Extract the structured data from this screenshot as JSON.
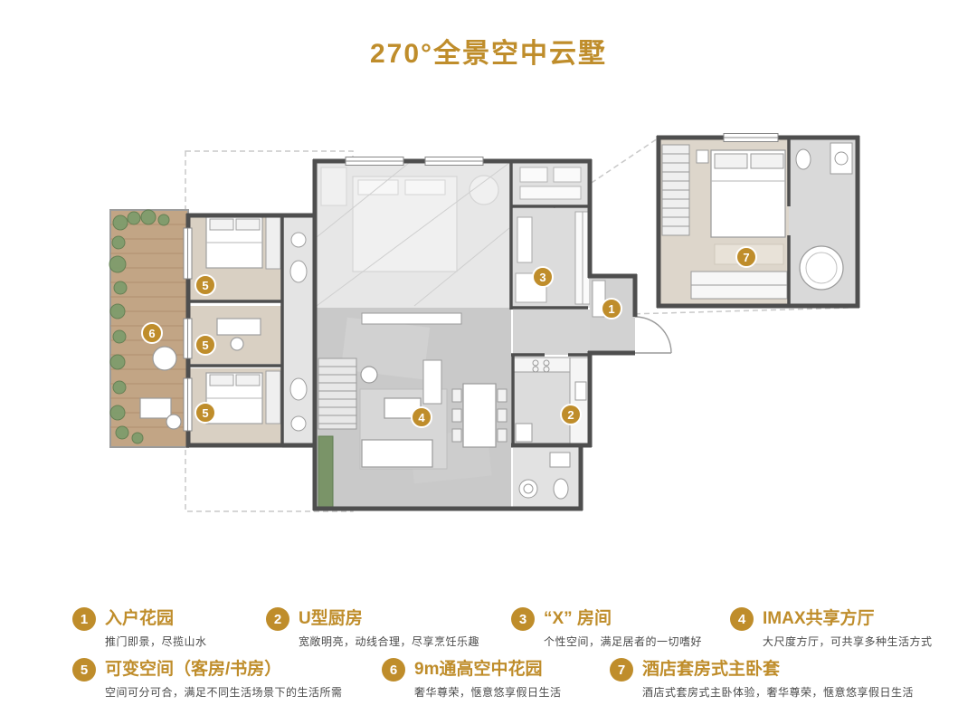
{
  "title": "270°全景空中云墅",
  "colors": {
    "accent": "#bf8d2b"
  },
  "plan_markers": [
    "1",
    "2",
    "3",
    "4",
    "5",
    "5",
    "5",
    "6",
    "7"
  ],
  "legend_items": [
    {
      "num": "1",
      "title": "入户花园",
      "desc": "推门即景，尽揽山水"
    },
    {
      "num": "2",
      "title": "U型厨房",
      "desc": "宽敞明亮，动线合理，尽享烹饪乐趣"
    },
    {
      "num": "3",
      "title": "“X” 房间",
      "desc": "个性空间，满足居者的一切嗜好"
    },
    {
      "num": "4",
      "title": "IMAX共享方厅",
      "desc": "大尺度方厅，可共享多种生活方式"
    },
    {
      "num": "5",
      "title": "可变空间（客房/书房）",
      "desc": "空间可分可合，满足不同生活场景下的生活所需"
    },
    {
      "num": "6",
      "title": "9m通高空中花园",
      "desc": "奢华尊荣，惬意悠享假日生活"
    },
    {
      "num": "7",
      "title": "酒店套房式主卧套",
      "desc": "酒店式套房式主卧体验，奢华尊荣，惬意悠享假日生活"
    }
  ]
}
